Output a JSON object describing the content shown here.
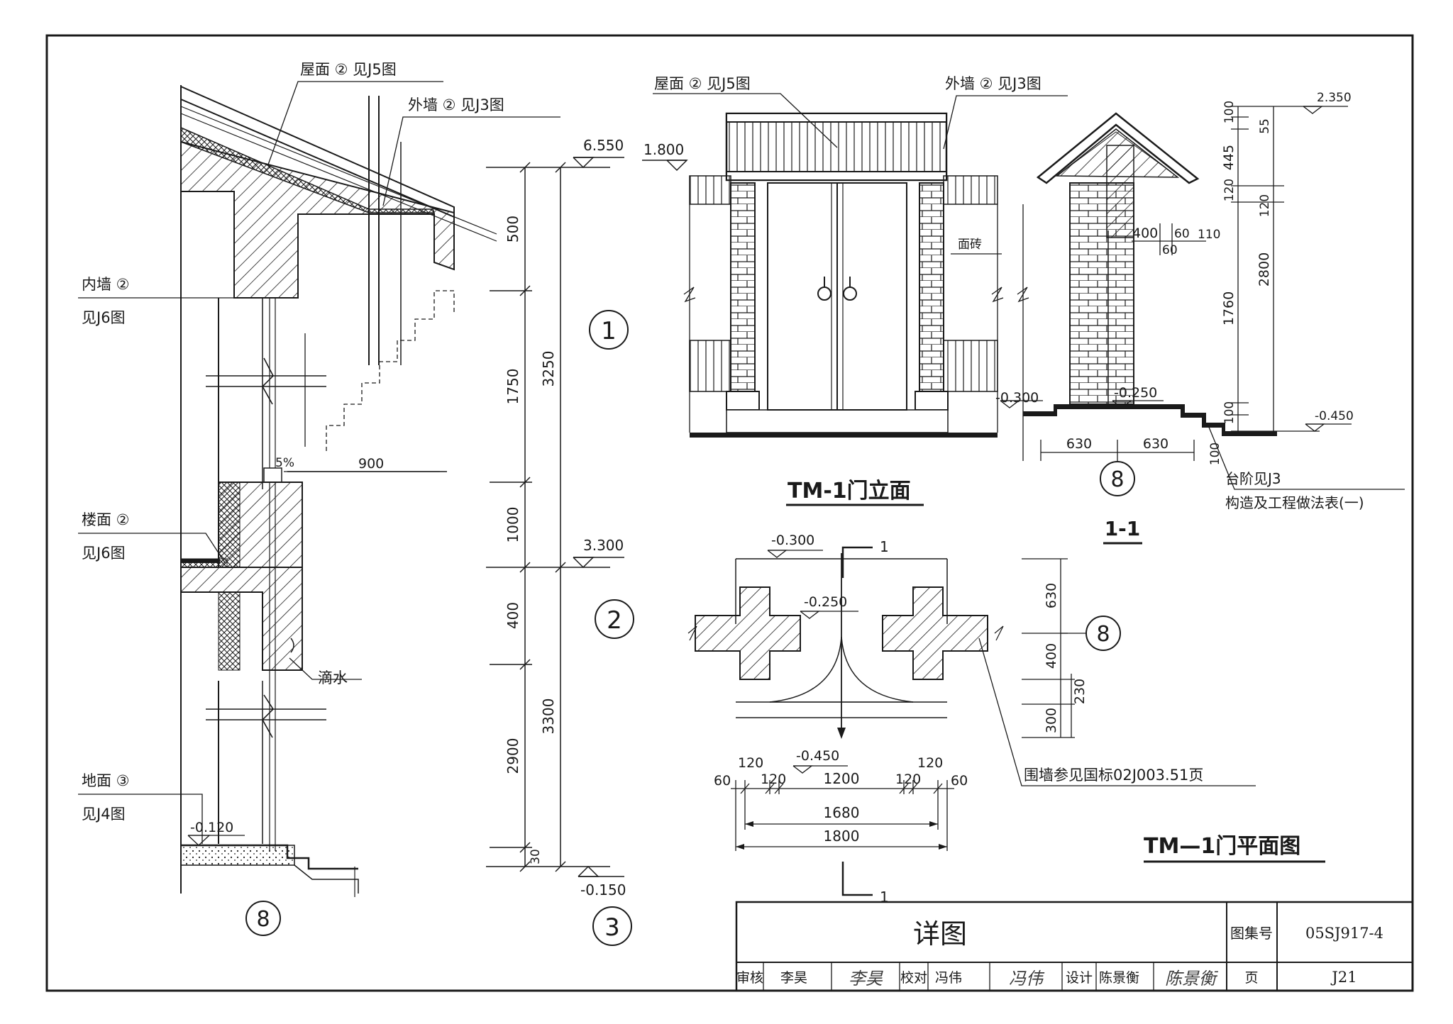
{
  "section_detail": {
    "callouts": {
      "roof": "屋面 ② 见J5图",
      "outer_wall": "外墙 ② 见J3图",
      "inner_wall_1": "内墙 ②",
      "inner_wall_2": "见J6图",
      "floor_1": "楼面 ②",
      "floor_2": "见J6图",
      "ground_1": "地面 ③",
      "ground_2": "见J4图",
      "drip": "滴水"
    },
    "slope_label": "5%",
    "overhang_dim": "900",
    "level_ground": "-0.120",
    "axis_label": "8"
  },
  "levels": {
    "top": "6.550",
    "middle": "3.300",
    "bottom": "-0.150"
  },
  "vertical_dims": {
    "d500": "500",
    "d1750": "1750",
    "d1000": "1000",
    "d400": "400",
    "d2900": "2900",
    "d30": "30",
    "d3250": "3250",
    "d3300": "3300"
  },
  "detail_markers": {
    "m1": "1",
    "m2": "2",
    "m3": "3"
  },
  "elevation": {
    "roof_callout": "屋面 ② 见J5图",
    "wall_callout": "外墙 ② 见J3图",
    "level": "1.800",
    "brick_label": "面砖",
    "title": "TM-1门立面"
  },
  "section_1_1": {
    "level_top": "2.350",
    "level_left": "-0.300",
    "level_floor": "-0.250",
    "level_right": "-0.450",
    "dims": {
      "d100_top": "100",
      "d55": "55",
      "d445": "445",
      "d120a": "120",
      "d120b": "120",
      "d2800": "2800",
      "d1760": "1760",
      "d100_bot": "100",
      "d100_low": "100",
      "d400": "400",
      "d60a": "60",
      "d110": "110",
      "d60b": "60",
      "d630a": "630",
      "d630b": "630"
    },
    "axis_label": "8",
    "step_note": "台阶见J3",
    "spec_note": "构造及工程做法表(一)",
    "title": "1-1"
  },
  "plan": {
    "level_outer": "-0.300",
    "level_inner": "-0.250",
    "level_front": "-0.450",
    "cut_label_top": "1",
    "cut_label_bottom": "1",
    "dims_v": {
      "d630": "630",
      "d400": "400",
      "d230": "230",
      "d300": "300"
    },
    "dims_h": {
      "d60a": "60",
      "d120a": "120",
      "d120b": "120",
      "d1200": "1200",
      "d120c": "120",
      "d120d": "120",
      "d60b": "60",
      "d1680": "1680",
      "d1800": "1800"
    },
    "axis_label": "8",
    "fence_note": "围墙参见国标02J003.51页",
    "title": "TM—1门平面图"
  },
  "title_block": {
    "title": "详图",
    "atlas_label": "图集号",
    "atlas_no": "05SJ917-4",
    "review_label": "审核",
    "reviewer": "李昊",
    "reviewer_sig": "李昊",
    "check_label": "校对",
    "checker": "冯伟",
    "checker_sig": "冯伟",
    "design_label": "设计",
    "designer": "陈景衡",
    "designer_sig": "陈景衡",
    "page_label": "页",
    "page_no": "J21"
  }
}
